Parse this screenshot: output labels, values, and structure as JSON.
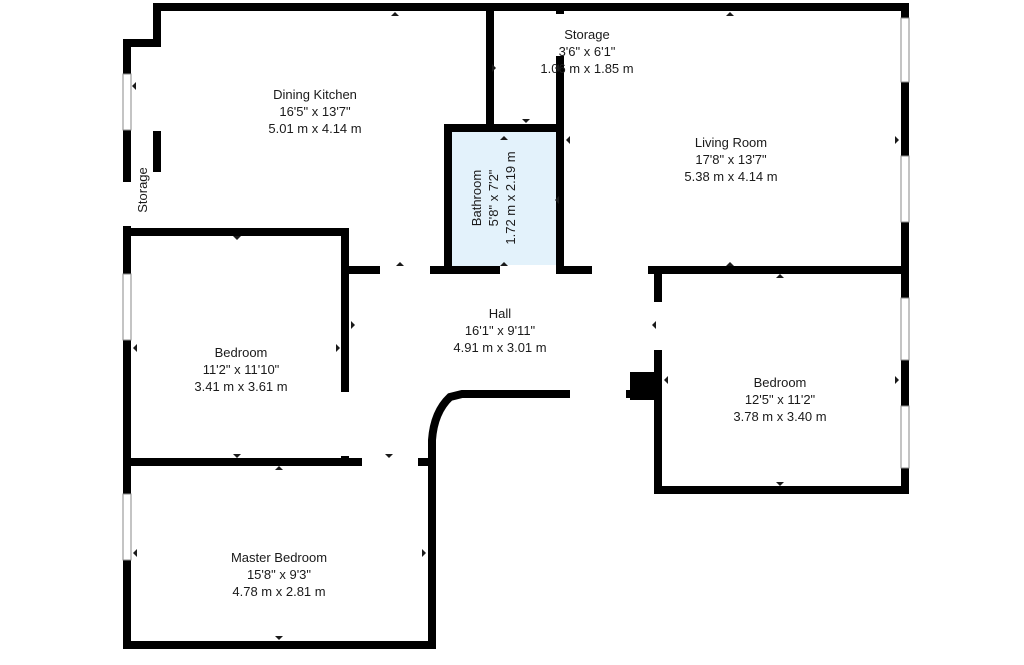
{
  "colors": {
    "wall": "#000000",
    "bathroom_fill": "#e3f2fb",
    "background": "#ffffff"
  },
  "rooms": {
    "dining_kitchen": {
      "name": "Dining Kitchen",
      "imperial": "16'5\" x 13'7\"",
      "metric": "5.01 m x 4.14 m"
    },
    "storage_top": {
      "name": "Storage",
      "imperial": "3'6\" x 6'1\"",
      "metric": "1.06 m x 1.85 m"
    },
    "living_room": {
      "name": "Living Room",
      "imperial": "17'8\" x 13'7\"",
      "metric": "5.38 m x 4.14 m"
    },
    "bathroom": {
      "name": "Bathroom",
      "imperial": "5'8\" x 7'2\"",
      "metric": "1.72 m x 2.19 m"
    },
    "storage_left": {
      "name": "Storage"
    },
    "hall": {
      "name": "Hall",
      "imperial": "16'1\" x 9'11\"",
      "metric": "4.91 m x 3.01 m"
    },
    "bedroom_left": {
      "name": "Bedroom",
      "imperial": "11'2\" x 11'10\"",
      "metric": "3.41 m x 3.61 m"
    },
    "bedroom_right": {
      "name": "Bedroom",
      "imperial": "12'5\" x 11'2\"",
      "metric": "3.78 m x 3.40 m"
    },
    "master_bedroom": {
      "name": "Master Bedroom",
      "imperial": "15'8\" x 9'3\"",
      "metric": "4.78 m x 2.81 m"
    }
  }
}
